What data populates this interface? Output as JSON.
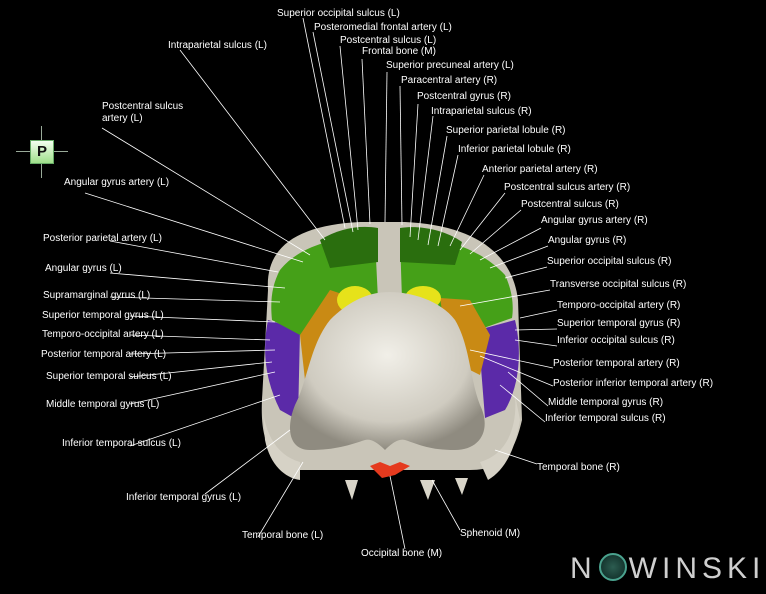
{
  "orientation": {
    "label": "P"
  },
  "brand": {
    "before": "N",
    "after": "WINSKI"
  },
  "labels": [
    {
      "id": "superior-occipital-sulcus-l",
      "text": "Superior occipital sulcus (L)"
    },
    {
      "id": "posteromedial-frontal-artery-l",
      "text": "Posteromedial frontal artery (L)"
    },
    {
      "id": "postcentral-sulcus-l",
      "text": "Postcentral sulcus (L)"
    },
    {
      "id": "frontal-bone-m",
      "text": "Frontal bone (M)"
    },
    {
      "id": "superior-precuneal-artery-l",
      "text": "Superior precuneal artery (L)"
    },
    {
      "id": "paracentral-artery-r",
      "text": "Paracentral artery (R)"
    },
    {
      "id": "postcentral-gyrus-r",
      "text": "Postcentral gyrus (R)"
    },
    {
      "id": "intraparietal-sulcus-r",
      "text": "Intraparietal sulcus (R)"
    },
    {
      "id": "superior-parietal-lobule-r",
      "text": "Superior parietal lobule (R)"
    },
    {
      "id": "inferior-parietal-lobule-r",
      "text": "Inferior parietal lobule (R)"
    },
    {
      "id": "anterior-parietal-artery-r",
      "text": "Anterior parietal artery (R)"
    },
    {
      "id": "postcentral-sulcus-artery-r",
      "text": "Postcentral sulcus artery (R)"
    },
    {
      "id": "postcentral-sulcus-r",
      "text": "Postcentral sulcus (R)"
    },
    {
      "id": "angular-gyrus-artery-r",
      "text": "Angular gyrus artery (R)"
    },
    {
      "id": "angular-gyrus-r",
      "text": "Angular gyrus (R)"
    },
    {
      "id": "superior-occipital-sulcus-r",
      "text": "Superior occipital sulcus (R)"
    },
    {
      "id": "transverse-occipital-sulcus-r",
      "text": "Transverse occipital sulcus (R)"
    },
    {
      "id": "temporo-occipital-artery-r",
      "text": "Temporo-occipital artery (R)"
    },
    {
      "id": "superior-temporal-gyrus-r",
      "text": "Superior temporal gyrus (R)"
    },
    {
      "id": "inferior-occipital-sulcus-r",
      "text": "Inferior occipital sulcus (R)"
    },
    {
      "id": "posterior-temporal-artery-r",
      "text": "Posterior temporal artery (R)"
    },
    {
      "id": "posterior-inferior-temporal-artery-r",
      "text": "Posterior inferior temporal artery (R)"
    },
    {
      "id": "middle-temporal-gyrus-r",
      "text": "Middle temporal gyrus (R)"
    },
    {
      "id": "inferior-temporal-sulcus-r",
      "text": "Inferior temporal sulcus (R)"
    },
    {
      "id": "temporal-bone-r",
      "text": "Temporal bone (R)"
    },
    {
      "id": "sphenoid-m",
      "text": "Sphenoid (M)"
    },
    {
      "id": "occipital-bone-m",
      "text": "Occipital bone (M)"
    },
    {
      "id": "temporal-bone-l",
      "text": "Temporal bone (L)"
    },
    {
      "id": "inferior-temporal-gyrus-l",
      "text": "Inferior temporal gyrus (L)"
    },
    {
      "id": "inferior-temporal-sulcus-l",
      "text": "Inferior temporal sulcus (L)"
    },
    {
      "id": "middle-temporal-gyrus-l",
      "text": "Middle temporal gyrus (L)"
    },
    {
      "id": "superior-temporal-sulcus-l",
      "text": "Superior temporal sulcus (L)"
    },
    {
      "id": "posterior-temporal-artery-l",
      "text": "Posterior temporal artery (L)"
    },
    {
      "id": "temporo-occipital-artery-l",
      "text": "Temporo-occipital artery (L)"
    },
    {
      "id": "superior-temporal-gyrus-l",
      "text": "Superior temporal gyrus (L)"
    },
    {
      "id": "supramarginal-gyrus-l",
      "text": "Supramarginal gyrus (L)"
    },
    {
      "id": "angular-gyrus-l",
      "text": "Angular gyrus (L)"
    },
    {
      "id": "posterior-parietal-artery-l",
      "text": "Posterior parietal artery (L)"
    },
    {
      "id": "angular-gyrus-artery-l",
      "text": "Angular gyrus artery (L)"
    },
    {
      "id": "postcentral-sulcus-artery-l",
      "text": "Postcentral sulcus artery (L)"
    },
    {
      "id": "intraparietal-sulcus-l",
      "text": "Intraparietal sulcus (L)"
    }
  ]
}
